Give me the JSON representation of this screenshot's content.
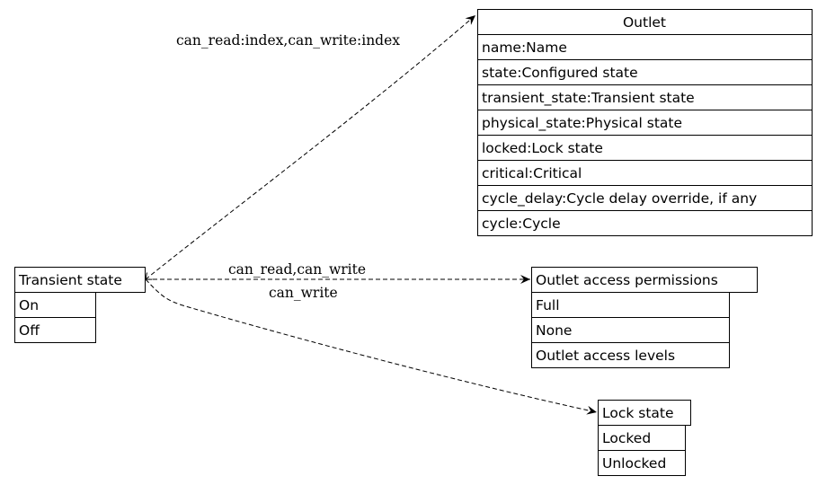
{
  "nodes": {
    "outlet": {
      "title": "Outlet",
      "rows": [
        "name:Name",
        "state:Configured state",
        "transient_state:Transient state",
        "physical_state:Physical state",
        "locked:Lock state",
        "critical:Critical",
        "cycle_delay:Cycle delay override, if any",
        "cycle:Cycle"
      ]
    },
    "transient_state": {
      "title": "Transient state",
      "rows": [
        "On",
        "Off"
      ]
    },
    "outlet_access_permissions": {
      "title": "Outlet access permissions",
      "rows": [
        "Full",
        "None",
        "Outlet access levels"
      ]
    },
    "lock_state": {
      "title": "Lock state",
      "rows": [
        "Locked",
        "Unlocked"
      ]
    }
  },
  "edges": {
    "to_outlet": "can_read:index,can_write:index",
    "to_permissions": "can_read,can_write",
    "to_lock_state": "can_write"
  }
}
